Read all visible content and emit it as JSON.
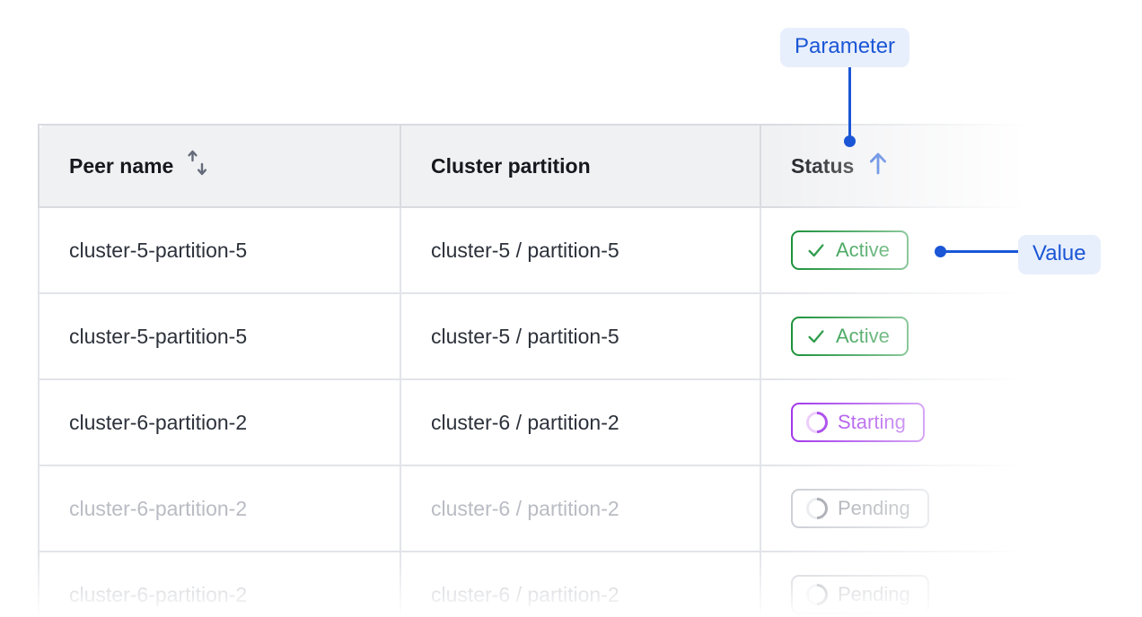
{
  "table": {
    "columns": [
      {
        "label": "Peer name",
        "sort_icon": "sort-updown-icon",
        "sort_state": "none"
      },
      {
        "label": "Cluster partition",
        "sort_icon": null,
        "sort_state": "none"
      },
      {
        "label": "Status",
        "sort_icon": "arrow-up-icon",
        "sort_state": "ascending"
      }
    ],
    "rows": [
      {
        "peer_name": "cluster-5-partition-5",
        "cluster_partition": "cluster-5 / partition-5",
        "status": "Active",
        "status_kind": "active",
        "status_icon": "check-icon",
        "dim": false
      },
      {
        "peer_name": "cluster-5-partition-5",
        "cluster_partition": "cluster-5 / partition-5",
        "status": "Active",
        "status_kind": "active",
        "status_icon": "check-icon",
        "dim": false
      },
      {
        "peer_name": "cluster-6-partition-2",
        "cluster_partition": "cluster-6 / partition-2",
        "status": "Starting",
        "status_kind": "starting",
        "status_icon": "spinner-icon",
        "dim": false
      },
      {
        "peer_name": "cluster-6-partition-2",
        "cluster_partition": "cluster-6 / partition-2",
        "status": "Pending",
        "status_kind": "pending",
        "status_icon": "spinner-icon",
        "dim": true
      },
      {
        "peer_name": "cluster-6-partition-2",
        "cluster_partition": "cluster-6 / partition-2",
        "status": "Pending",
        "status_kind": "pending",
        "status_icon": "spinner-icon",
        "dim": true
      }
    ]
  },
  "annotations": {
    "parameter_label": "Parameter",
    "value_label": "Value"
  },
  "colors": {
    "accent_blue": "#1a56d6",
    "annotation_bg": "#e8effc",
    "status_active": "#0b8a2c",
    "status_starting": "#9a29e8",
    "status_pending": "#9b9fa7",
    "header_bg": "#f0f1f3",
    "border": "#e2e4e9"
  }
}
